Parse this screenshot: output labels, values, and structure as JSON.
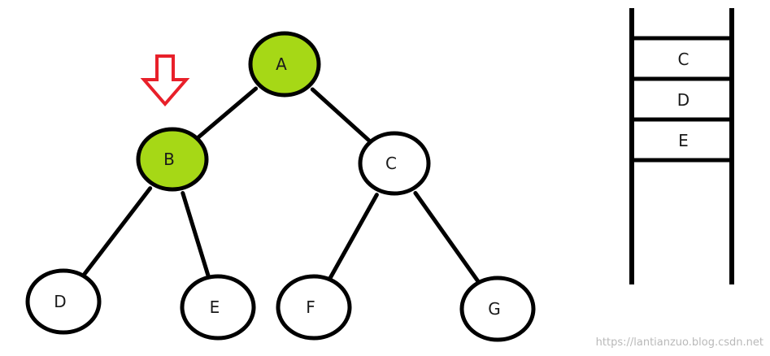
{
  "tree": {
    "nodes": [
      {
        "id": "A",
        "label": "A",
        "state": "visited"
      },
      {
        "id": "B",
        "label": "B",
        "state": "visited"
      },
      {
        "id": "C",
        "label": "C",
        "state": "unvisited"
      },
      {
        "id": "D",
        "label": "D",
        "state": "unvisited"
      },
      {
        "id": "E",
        "label": "E",
        "state": "unvisited"
      },
      {
        "id": "F",
        "label": "F",
        "state": "unvisited"
      },
      {
        "id": "G",
        "label": "G",
        "state": "unvisited"
      }
    ],
    "edges": [
      {
        "from": "A",
        "to": "B"
      },
      {
        "from": "A",
        "to": "C"
      },
      {
        "from": "B",
        "to": "D"
      },
      {
        "from": "B",
        "to": "E"
      },
      {
        "from": "C",
        "to": "F"
      },
      {
        "from": "C",
        "to": "G"
      }
    ],
    "current_node": "B"
  },
  "stack": {
    "items": [
      "C",
      "D",
      "E"
    ]
  },
  "colors": {
    "visited_fill": "#a6d816",
    "unvisited_fill": "#ffffff",
    "outline": "#000000",
    "pointer_arrow": "#e8202a"
  },
  "watermark": "https://lantianzuo.blog.csdn.net"
}
